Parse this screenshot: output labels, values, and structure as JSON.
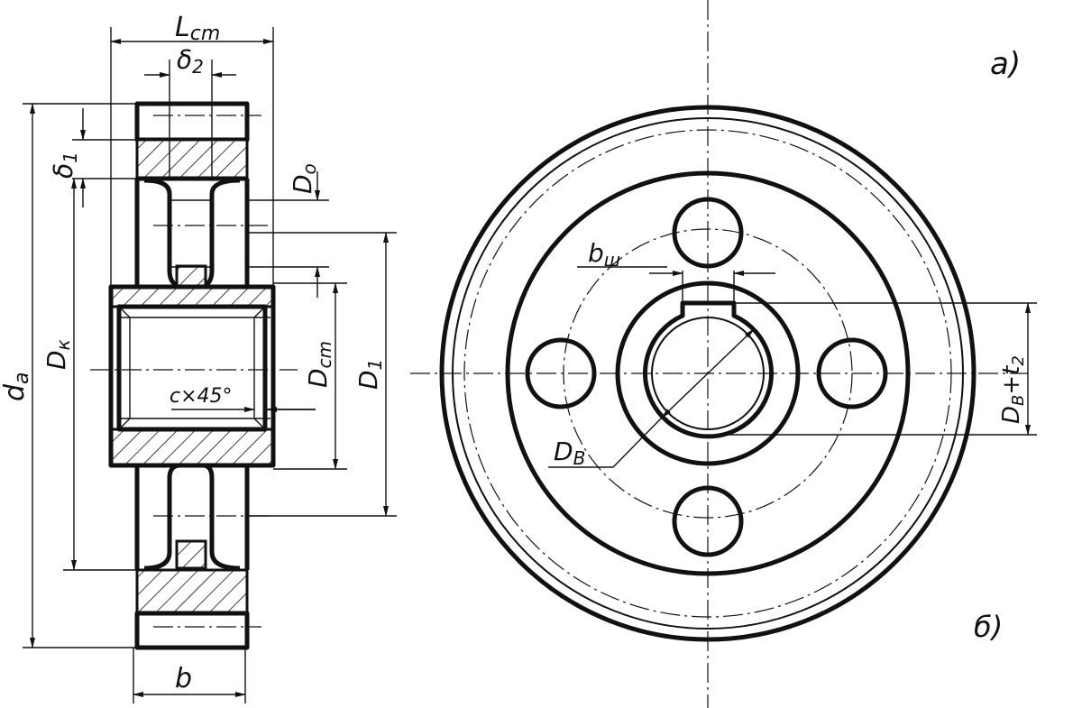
{
  "section_view": {
    "dimensions": {
      "hub_length": "L",
      "hub_length_sub": "cm",
      "web_thickness": "δ",
      "web_thickness_sub": "2",
      "rim_thickness": "δ",
      "rim_thickness_sub": "1",
      "hole_diameter": "D",
      "hole_diameter_sub": "o",
      "tip_diameter": "d",
      "tip_diameter_sub": "a",
      "rim_inner_diameter": "D",
      "rim_inner_diameter_sub": "к",
      "hub_diameter": "D",
      "hub_diameter_sub": "cm",
      "hole_circle_diameter": "D",
      "hole_circle_diameter_sub": "1",
      "chamfer": "c×45°",
      "face_width": "b"
    }
  },
  "front_view": {
    "view_label_a": "a)",
    "view_label_b": "б)",
    "dimensions": {
      "keyway_width": "b",
      "keyway_width_sub": "ш",
      "bore_diameter": "D",
      "bore_diameter_sub": "B",
      "keyway_depth": "D",
      "keyway_depth_sub": "B",
      "keyway_depth_suffix": "+t",
      "keyway_depth_suffix_sub": "2"
    }
  }
}
